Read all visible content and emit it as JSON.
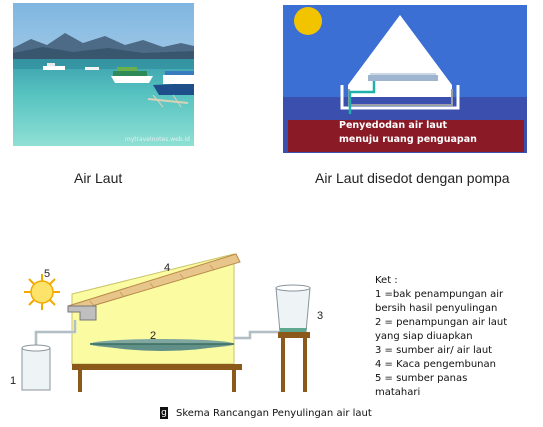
{
  "photo": {
    "watermark": "mytravelnotes.web.id",
    "caption": "Air Laut"
  },
  "pump_diagram": {
    "overlay_line1": "Penyedodan air laut",
    "overlay_line2": "menuju ruang penguapan",
    "caption": "Air Laut disedot dengan pompa"
  },
  "still_diagram": {
    "labels": [
      "1",
      "2",
      "3",
      "4",
      "5"
    ],
    "legend_title": "Ket :",
    "legend_lines": [
      "1 =bak penampungan air",
      "bersih hasil penyulingan",
      "2 = penampungan air laut",
      "yang siap diuapkan",
      "3 = sumber air/ air laut",
      "4 = Kaca pengembunan",
      "5 = sumber panas",
      "matahari"
    ],
    "figure_marker": "g",
    "figure_caption": "Skema Rancangan Penyulingan air laut"
  }
}
